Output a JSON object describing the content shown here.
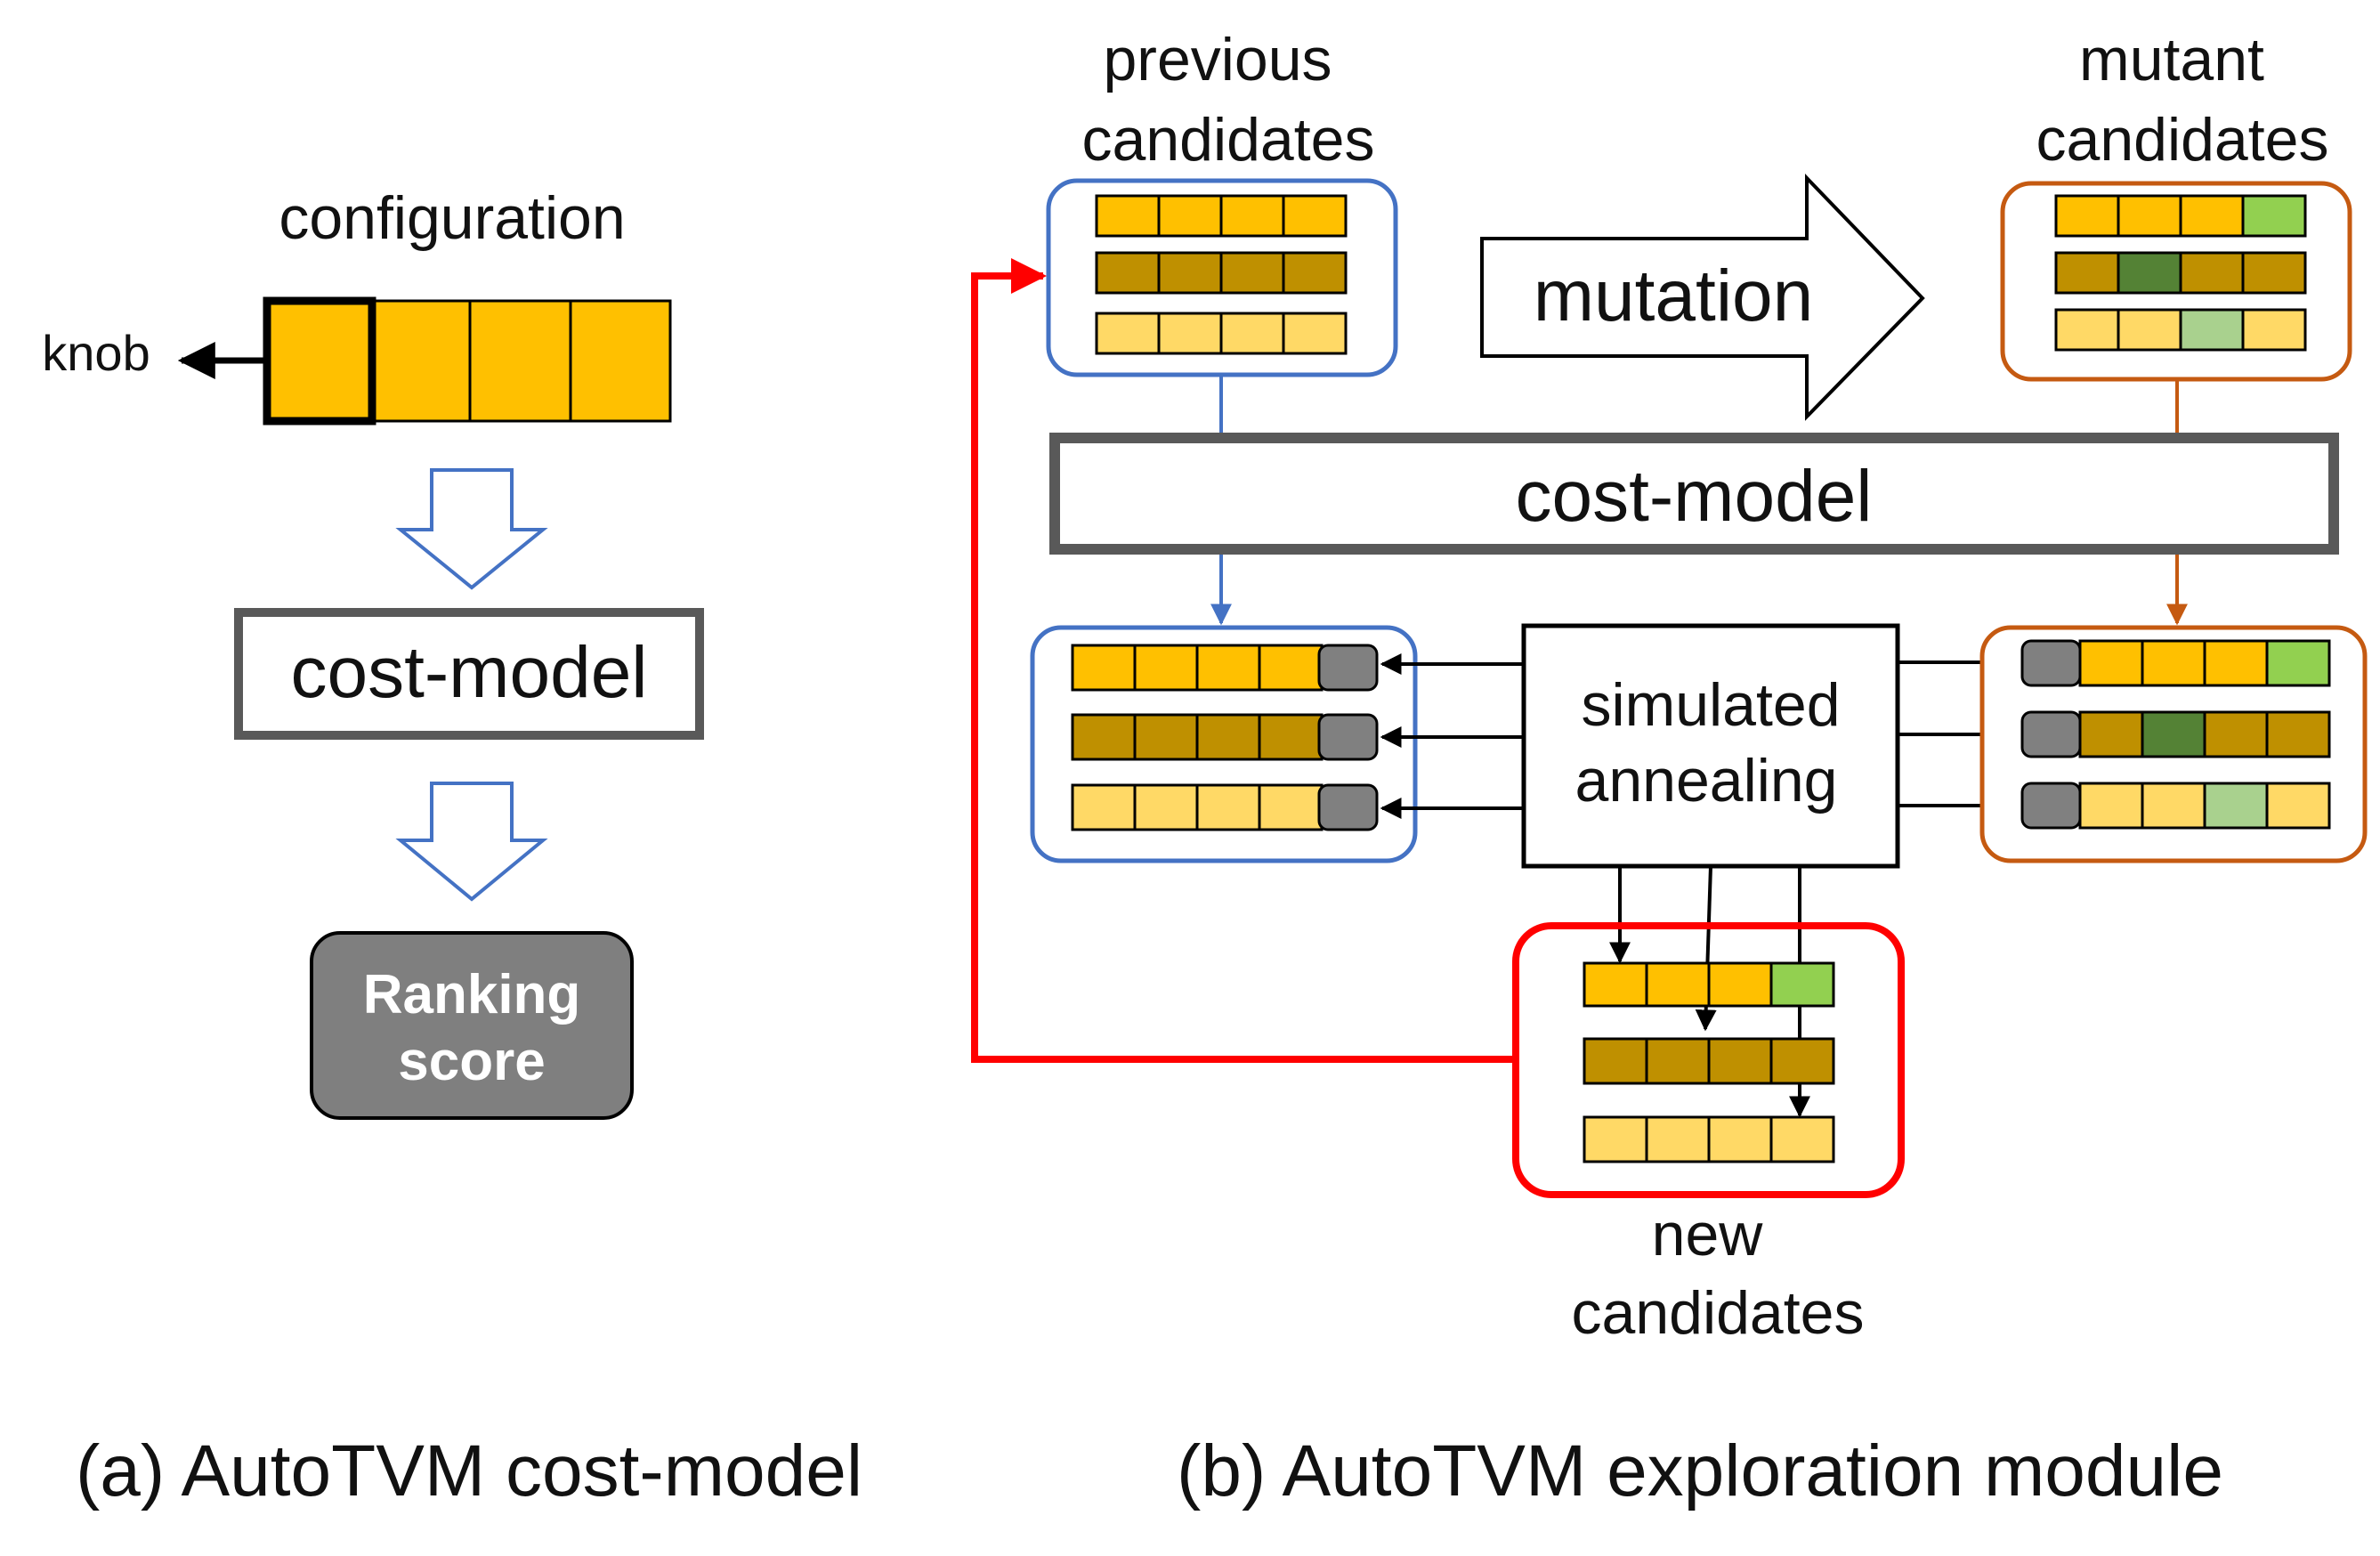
{
  "panel_a": {
    "caption": "(a) AutoTVM cost-model",
    "configuration_label": "configuration",
    "knob_label": "knob",
    "cost_model_label": "cost-model",
    "ranking_line1": "Ranking",
    "ranking_line2": "score"
  },
  "panel_b": {
    "caption": "(b) AutoTVM exploration module",
    "previous_line1": "previous",
    "previous_line2": "candidates",
    "mutant_line1": "mutant",
    "mutant_line2": "candidates",
    "mutation_label": "mutation",
    "cost_model_label": "cost-model",
    "annealing_line1": "simulated",
    "annealing_line2": "annealing",
    "new_line1": "new",
    "new_line2": "candidates"
  },
  "colors": {
    "gold": "#FFC000",
    "dark_gold": "#BF9000",
    "light_gold": "#FFD966",
    "light_green": "#92D050",
    "dark_green": "#548235",
    "pale_green": "#A9D18E",
    "score_gray": "#808080",
    "blue": "#4472C4",
    "orange": "#C55A11",
    "red": "#FF0000",
    "box_gray": "#595959"
  }
}
